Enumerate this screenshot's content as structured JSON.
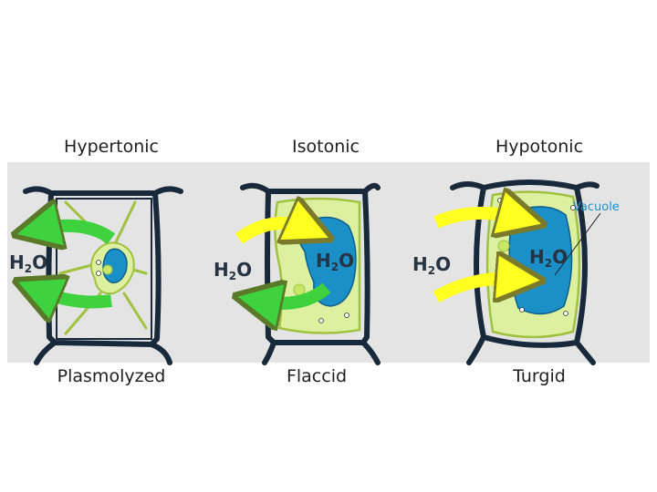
{
  "panels": [
    {
      "heading": "Hypertonic",
      "caption": "Plasmolyzed",
      "water_flow": "out"
    },
    {
      "heading": "Isotonic",
      "caption": "Flaccid",
      "water_flow": "in-and-out"
    },
    {
      "heading": "Hypotonic",
      "caption": "Turgid",
      "water_flow": "in"
    }
  ],
  "water": {
    "prefix": "H",
    "sub": "2",
    "suffix": "O"
  },
  "vacuole_label": "Vacuole",
  "colors": {
    "band": "#e4e4e4",
    "cell_wall": "#17293a",
    "cytoplasm": "#dcf0a0",
    "cytoplasm_edge": "#9fc23f",
    "vacuole": "#1a8fc8",
    "arrow_out": "#3ed33e",
    "arrow_in": "#ffff20",
    "label_accent": "#1a8fd0"
  }
}
